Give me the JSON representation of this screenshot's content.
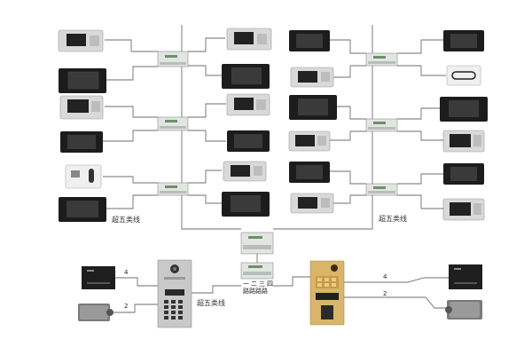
{
  "labels": {
    "cable_left": "超五类线",
    "cable_right": "超五类线",
    "cable_bottom": "超五类线",
    "wire_left_top": "4",
    "wire_left_bottom": "2",
    "wire_right_top": "4",
    "wire_right_bottom": "2",
    "switch_tag_1": "一",
    "switch_tag_2": "二",
    "switch_tag_3": "三",
    "switch_tag_4": "四",
    "switch_word": "路路路路"
  },
  "colors": {
    "line": "#6e6e6e",
    "silver_monitor": "#d9d9d9",
    "black_monitor": "#1c1c1c",
    "screen": "#222222",
    "switch_body": "#e2e6e2",
    "gold_panel": "#d8b56a",
    "silver_panel": "#c9c9c9"
  },
  "icons": {
    "monitor": "video-monitor-icon",
    "switch": "network-switch-icon",
    "door_panel": "door-station-icon",
    "lock": "electric-lock-icon",
    "power": "power-supply-icon",
    "card_reader": "card-reader-icon"
  }
}
